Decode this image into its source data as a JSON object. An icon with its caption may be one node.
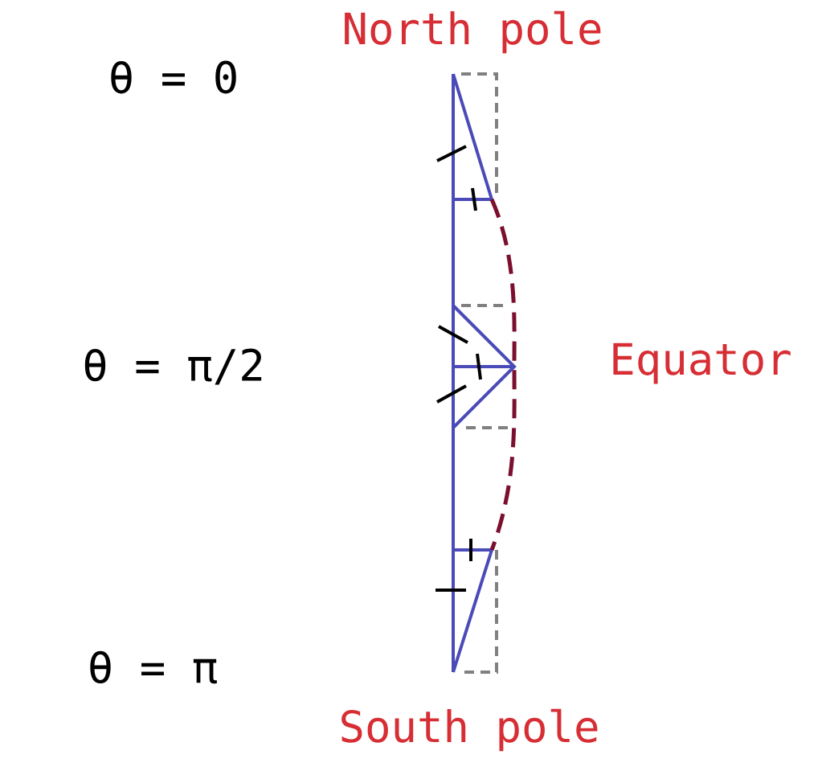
{
  "diagram": {
    "labels": [
      "North pole",
      "θ = 0",
      "θ = π/2",
      "Equator",
      "θ = π",
      "South pole"
    ]
  }
}
